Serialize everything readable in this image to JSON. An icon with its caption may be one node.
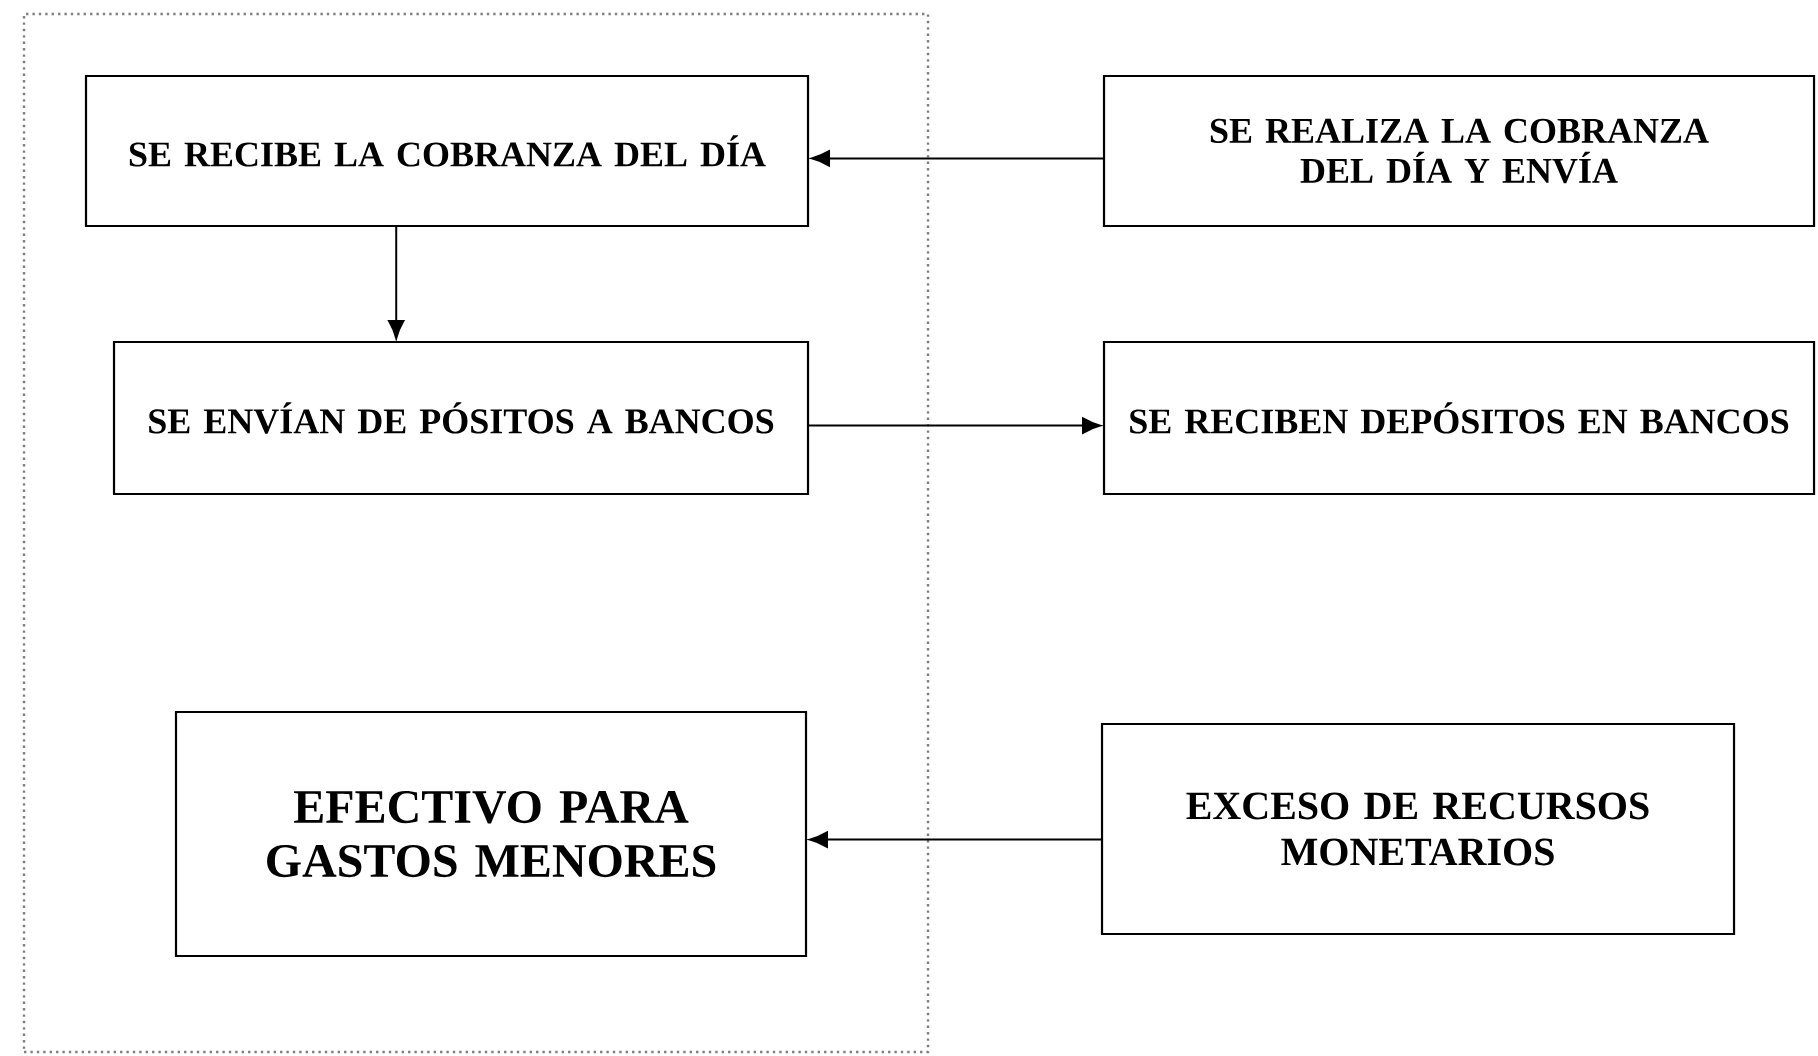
{
  "diagram": {
    "nodes": [
      {
        "text": [],
        "shape": "box"
      },
      {
        "text": [
          "SE RECIBE LA COBRANZA DEL DÍA"
        ],
        "in": 0
      },
      {
        "text": [
          "SE REALIZA LA COBRANZA DEL DÍA Y ENVÍA"
        ]
      },
      {
        "text": [
          "SE ENVÍAN DE PÓSITOS A BANCOS"
        ],
        "in": 0
      },
      {
        "text": [
          "SE RECIBEN DEPÓSITOS EN BANCOS"
        ]
      },
      {
        "text": [
          "EFECTIVO PARA GASTOS MENORES"
        ],
        "in": 0
      },
      {
        "text": [
          "EXCESO DE RECURSOS MONETARIOS"
        ]
      }
    ],
    "edges": [
      {
        "from": 2,
        "to": 1,
        "arrow": "to"
      },
      {
        "from": 1,
        "to": 3,
        "arrow": "to"
      },
      {
        "from": 3,
        "to": 4,
        "arrow": "to"
      },
      {
        "from": 6,
        "to": 5,
        "arrow": "to"
      }
    ]
  }
}
